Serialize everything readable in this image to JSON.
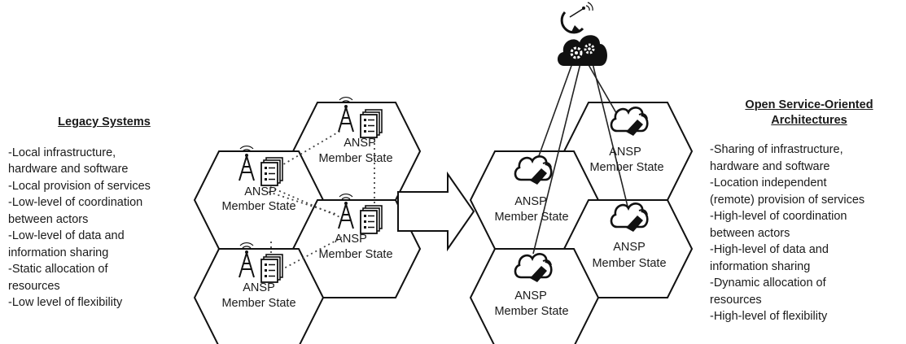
{
  "left_panel": {
    "title": "Legacy Systems",
    "items": [
      "-Local infrastructure,",
      "hardware and software",
      "-Local provision of services",
      "-Low-level of coordination",
      "between actors",
      "-Low-level of data and",
      "information sharing",
      "-Static allocation of",
      "resources",
      "-Low level of flexibility"
    ]
  },
  "right_panel": {
    "title_line1": "Open Service-Oriented",
    "title_line2": "Architectures",
    "items": [
      "-Sharing of infrastructure,",
      "hardware and software",
      "-Location independent",
      "(remote) provision of services",
      "-High-level of coordination",
      "between actors",
      "-High-level of data and",
      "information sharing",
      "-Dynamic allocation of",
      "resources",
      "-High-level of flexibility"
    ]
  },
  "legacy_cells": [
    {
      "line1": "ANSP",
      "line2": "Member State"
    },
    {
      "line1": "ANSP",
      "line2": "Member State"
    },
    {
      "line1": "ANSP",
      "line2": "Member State"
    },
    {
      "line1": "ANSP",
      "line2": "Member State"
    }
  ],
  "soa_cells": [
    {
      "line1": "ANSP",
      "line2": "Member State"
    },
    {
      "line1": "ANSP",
      "line2": "Member State"
    },
    {
      "line1": "ANSP",
      "line2": "Member State"
    },
    {
      "line1": "ANSP",
      "line2": "Member State"
    }
  ],
  "icons": {
    "antenna": "radio-tower-icon",
    "server": "server-rack-icon",
    "cloud": "cloud-icon",
    "satellite": "satellite-dish-icon",
    "cloud_gears": "cloud-gears-icon"
  }
}
